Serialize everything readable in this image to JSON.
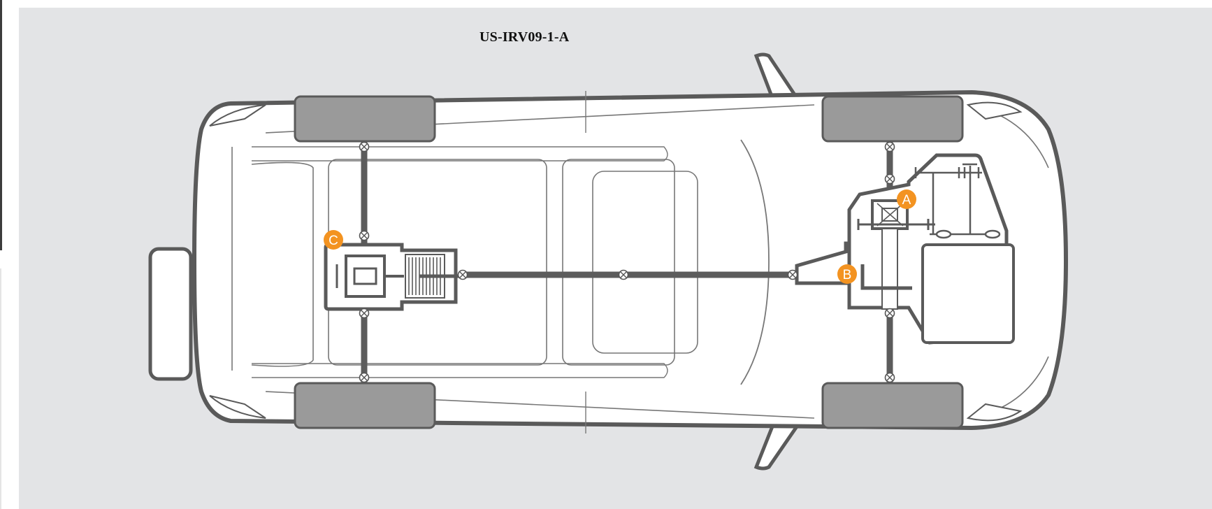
{
  "figure": {
    "id": "US-IRV09-1-A"
  },
  "markers": [
    {
      "key": "A",
      "label": "A"
    },
    {
      "key": "B",
      "label": "B"
    },
    {
      "key": "C",
      "label": "C"
    }
  ],
  "colors": {
    "panel": "#e3e4e6",
    "outline": "#5a5a5a",
    "tire": "#9a9a9a",
    "shaft": "#5c5c5c",
    "marker": "#f39321"
  }
}
